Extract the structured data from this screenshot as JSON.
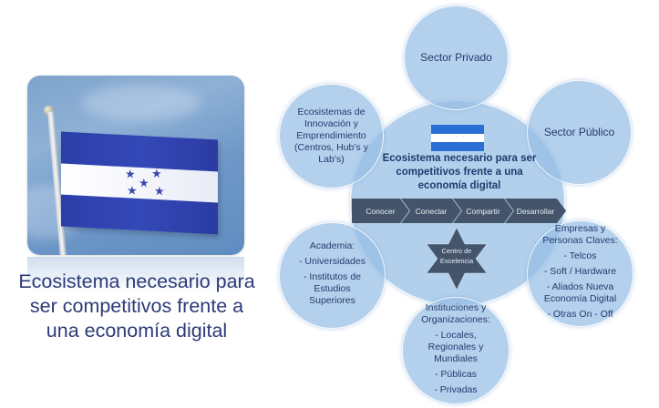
{
  "left_panel": {
    "image_alt": "Bandera de Honduras ondeando",
    "flag_stars": [
      "★",
      "★",
      "★",
      "★",
      "★"
    ],
    "title_lines": [
      "Ecosistema necesario para",
      "ser competitivos frente a",
      "una economía digital"
    ]
  },
  "diagram": {
    "center": {
      "flag_stars": "· · ·",
      "title_lines": [
        "Ecosistema necesario para ser",
        "competitivos frente a una",
        "economía digital"
      ],
      "process_steps": [
        "Conocer",
        "Conectar",
        "Compartir",
        "Desarrollar"
      ],
      "hub_label_lines": [
        "Centro de",
        "Excelencia"
      ]
    },
    "satellites": {
      "sector_privado": {
        "lines": [
          "Sector Privado"
        ]
      },
      "sector_publico": {
        "lines": [
          "Sector Público"
        ]
      },
      "innovacion": {
        "lines": [
          "Ecosistemas de",
          "Innovación y",
          "Emprendimiento",
          "(Centros, Hub’s y",
          "Lab’s)"
        ]
      },
      "academia": {
        "title": "Academia:",
        "items": [
          "- Universidades",
          "- Institutos de Estudios Superiores"
        ]
      },
      "empresas": {
        "title": "Empresas y Personas Claves:",
        "items": [
          "- Telcos",
          "- Soft / Hardware",
          "- Aliados Nueva Economía Digital",
          "- Otras On - Off"
        ]
      },
      "instituciones": {
        "title": "Instituciones y Organizaciones:",
        "items": [
          "- Locales, Regionales y Mundiales",
          "- Públicas",
          "- Privadas"
        ]
      }
    }
  },
  "colors": {
    "circle_fill": "#96bee4",
    "process_fill": "#44546a",
    "text_dark": "#263a6e",
    "flag_blue": "#2c3ea8",
    "center_flag_blue": "#2a6fd3"
  }
}
